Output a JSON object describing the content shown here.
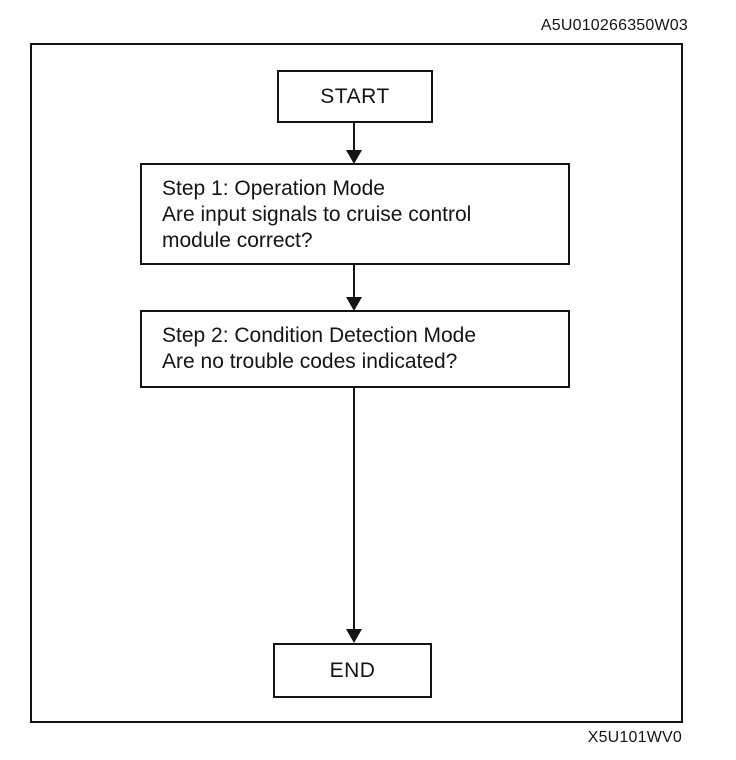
{
  "page": {
    "background": "#ffffff",
    "ink_color": "#141414"
  },
  "codes": {
    "top": "A5U010266350W03",
    "bottom": "X5U101WV0"
  },
  "flow": {
    "start_label": "START",
    "end_label": "END",
    "steps": [
      {
        "lines": [
          "Step 1: Operation Mode",
          "Are input signals to cruise control",
          "module correct?"
        ]
      },
      {
        "lines": [
          "Step 2: Condition Detection Mode",
          "Are no trouble codes indicated?"
        ]
      }
    ]
  }
}
